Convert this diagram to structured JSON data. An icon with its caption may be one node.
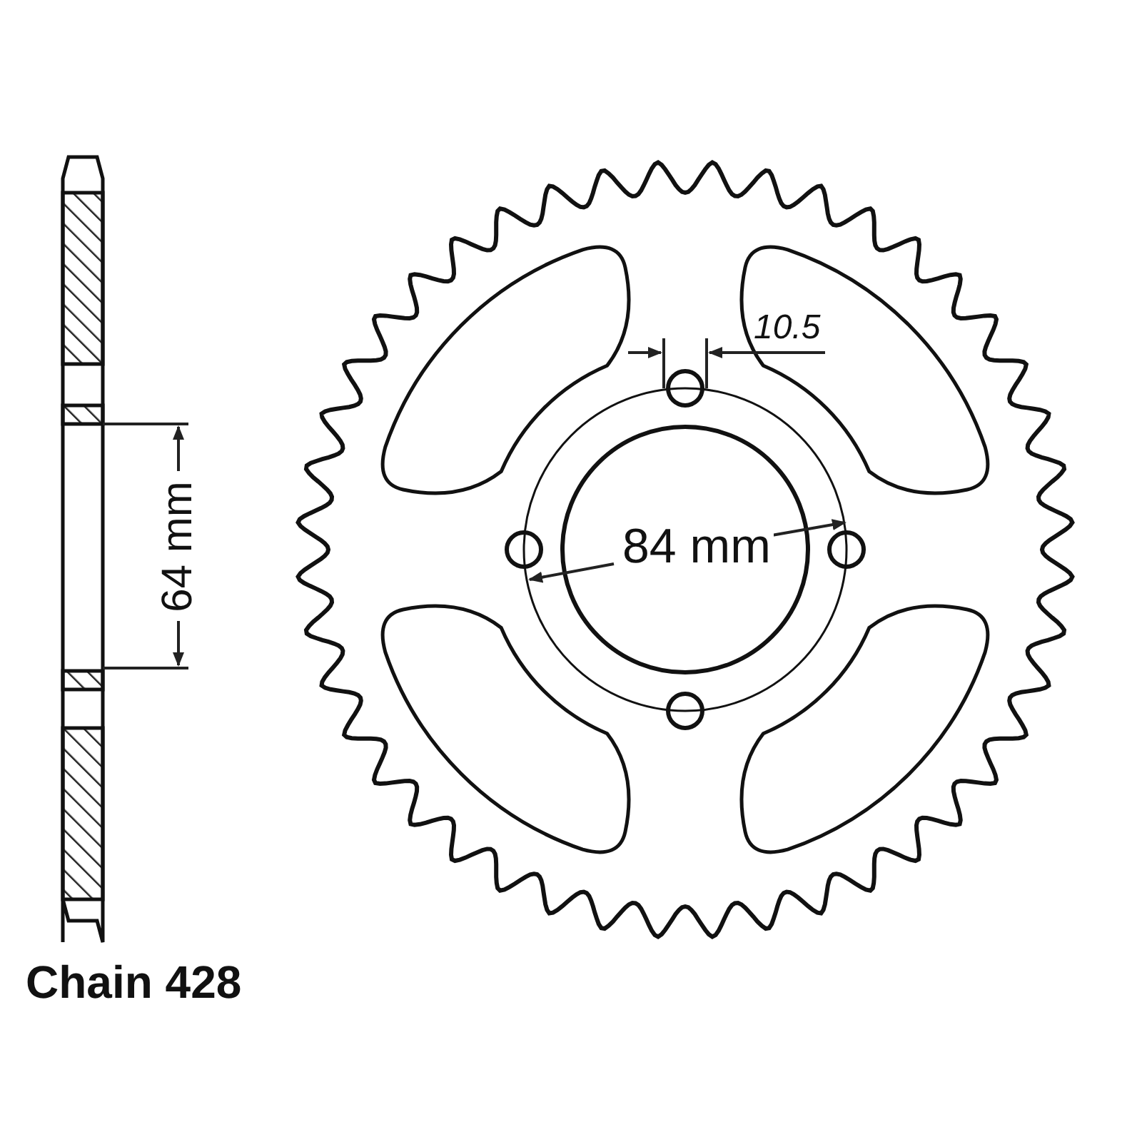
{
  "diagram": {
    "labels": [
      "10.5",
      "84 mm",
      "64 mm",
      "Chain 428"
    ]
  }
}
